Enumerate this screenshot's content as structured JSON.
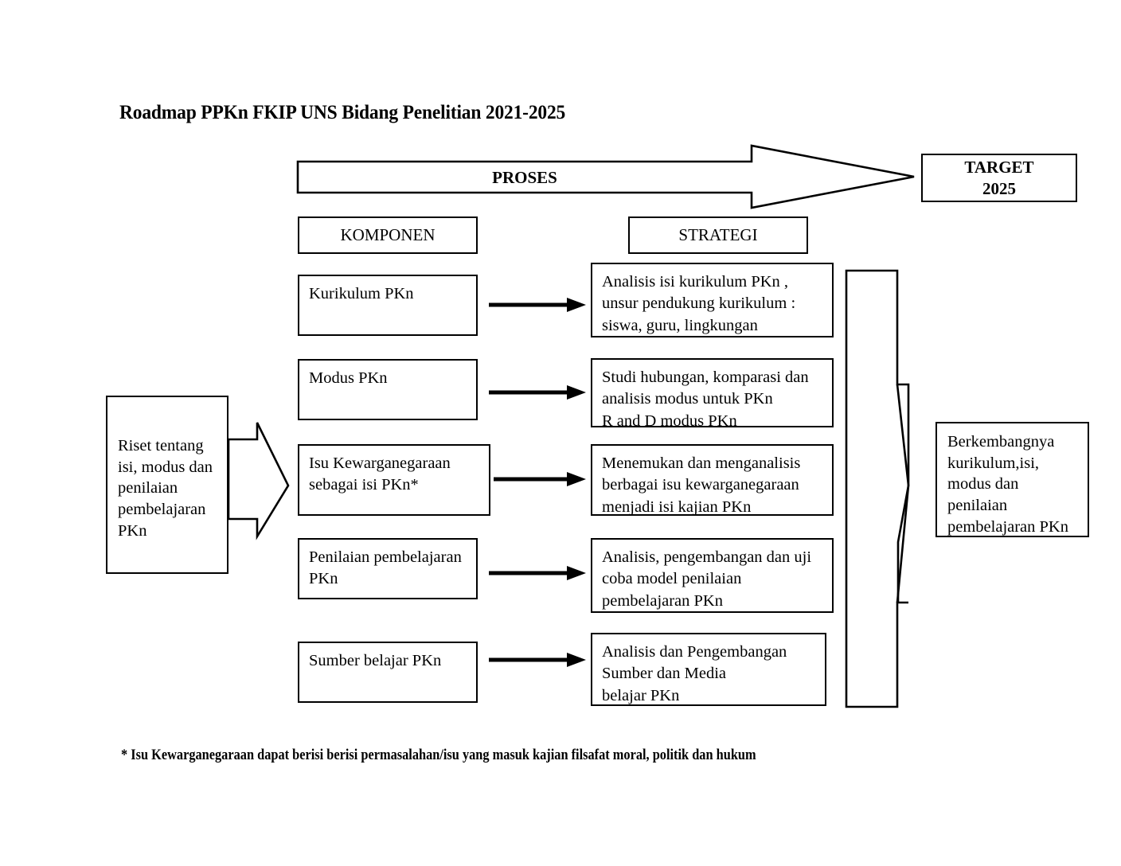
{
  "title": "Roadmap PPKn FKIP UNS  Bidang Penelitian 2021-2025",
  "process_arrow": {
    "label": "PROSES"
  },
  "target_box": {
    "line1": "TARGET",
    "line2": "2025"
  },
  "column_headers": {
    "komponen": "KOMPONEN",
    "strategi": "STRATEGI"
  },
  "input_box": {
    "text": "Riset tentang isi, modus dan penilaian pembelajaran PKn"
  },
  "rows": [
    {
      "komponen": "Kurikulum  PKn",
      "strategi": "Analisis isi kurikulum PKn ,\nunsur pendukung  kurikulum :\nsiswa, guru, lingkungan"
    },
    {
      "komponen": "Modus PKn",
      "strategi": "Studi hubungan, komparasi dan\nanalisis modus untuk PKn\nR and D modus PKn"
    },
    {
      "komponen": "Isu Kewarganegaraan sebagai isi PKn*",
      "strategi": "Menemukan dan menganalisis\nberbagai isu kewarganegaraan\nmenjadi isi kajian PKn"
    },
    {
      "komponen": "Penilaian pembelajaran PKn",
      "strategi": "Analisis, pengembangan dan uji\ncoba model penilaian\npembelajaran PKn"
    },
    {
      "komponen": "Sumber belajar PKn",
      "strategi": "Analisis dan Pengembangan\nSumber  dan Media\nbelajar PKn"
    }
  ],
  "outcome_box": {
    "text": "Berkembangnya kurikulum,isi, modus dan penilaian pembelajaran PKn"
  },
  "footnote": "* Isu Kewarganegaraan dapat berisi berisi permasalahan/isu  yang masuk kajian filsafat moral, politik dan hukum",
  "colors": {
    "stroke": "#000000",
    "background": "#ffffff"
  }
}
